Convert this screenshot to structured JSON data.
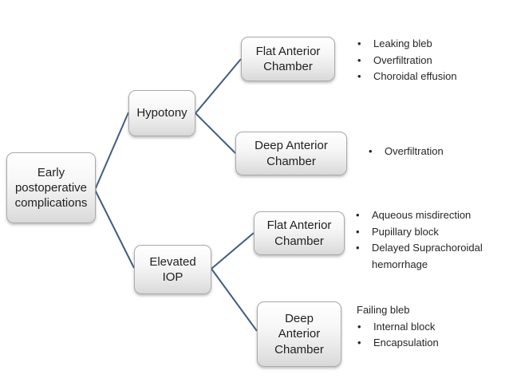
{
  "colors": {
    "connector": "#3e5c84"
  },
  "bullet_glyph": "•",
  "nodes": {
    "root": {
      "label": "Early postoperative complications"
    },
    "hypotony": {
      "label": "Hypotony"
    },
    "elevated_iop": {
      "label": "Elevated IOP"
    },
    "flat_ac_top": {
      "label": "Flat Anterior Chamber"
    },
    "deep_ac_top": {
      "label": "Deep Anterior Chamber"
    },
    "flat_ac_bottom": {
      "label": "Flat Anterior Chamber"
    },
    "deep_ac_bottom": {
      "label": "Deep Anterior Chamber"
    }
  },
  "annotations": {
    "hypotony_flat": {
      "items": [
        "Leaking bleb",
        "Overfiltration",
        "Choroidal effusion"
      ]
    },
    "hypotony_deep": {
      "items": [
        "Overfiltration"
      ]
    },
    "elevated_flat": {
      "items": [
        "Aqueous misdirection",
        "Pupillary block",
        "Delayed Suprachoroidal hemorrhage"
      ]
    },
    "elevated_deep": {
      "heading": "Failing bleb",
      "items": [
        "Internal block",
        "Encapsulation"
      ]
    }
  }
}
